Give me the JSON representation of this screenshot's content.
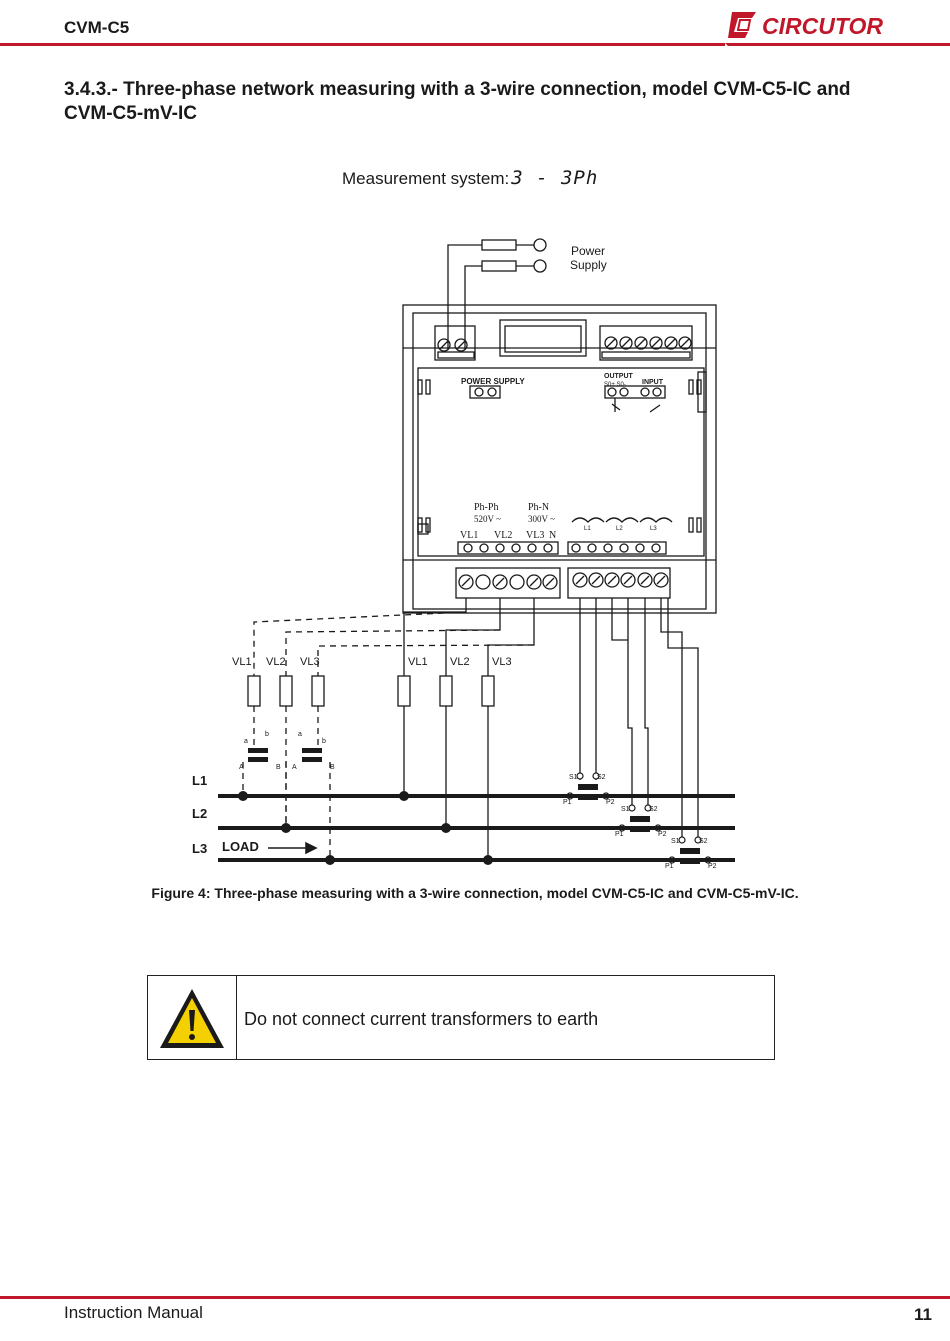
{
  "colors": {
    "brand_red": "#c0172b",
    "line": "#1a1a1a"
  },
  "header": {
    "title": "CVM-C5",
    "logo_text": "CIRCUTOR"
  },
  "section": {
    "heading": "3.4.3.- Three-phase network measuring with a 3-wire connection, model CVM-C5-IC and CVM-C5-mV-IC"
  },
  "measurement": {
    "label": "Measurement system:",
    "display_code": "3 - 3Ph"
  },
  "diagram": {
    "power_supply_label_1": "Power",
    "power_supply_label_2": "Supply",
    "device_power_supply": "POWER SUPPLY",
    "output_label": "OUTPUT",
    "output_terms": "S0+ S0-",
    "input_label": "INPUT",
    "ph_ph": "Ph-Ph",
    "ph_ph_v": "520V ~",
    "ph_n": "Ph-N",
    "ph_n_v": "300V ~",
    "vl1": "VL1",
    "vl2": "VL2",
    "vl3": "VL3",
    "n": "N",
    "ct_labels": [
      "L1",
      "L2",
      "L3"
    ],
    "line_l1": "L1",
    "line_l2": "L2",
    "line_l3": "L3",
    "load": "LOAD",
    "s1": "S1",
    "s2": "S2",
    "p1": "P1",
    "p2": "P2",
    "a": "a",
    "b": "b",
    "A": "A",
    "B": "B"
  },
  "figure": {
    "caption": "Figure 4: Three-phase measuring with a 3-wire connection, model CVM-C5-IC and CVM-C5-mV-IC."
  },
  "warning": {
    "icon": "warning-triangle-icon",
    "text": "Do not connect current transformers to earth"
  },
  "footer": {
    "left": "Instruction Manual",
    "page": "11"
  }
}
